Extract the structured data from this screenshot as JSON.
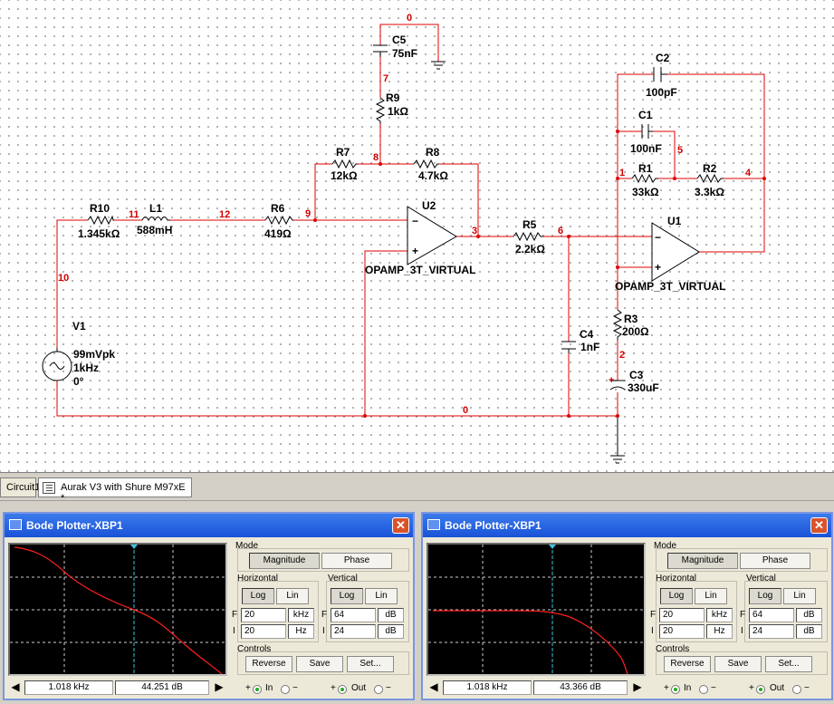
{
  "schematic": {
    "components": {
      "r10": {
        "name": "R10",
        "value": "1.345kΩ"
      },
      "l1": {
        "name": "L1",
        "value": "588mH"
      },
      "r6": {
        "name": "R6",
        "value": "419Ω"
      },
      "r7": {
        "name": "R7",
        "value": "12kΩ"
      },
      "r8": {
        "name": "R8",
        "value": "4.7kΩ"
      },
      "r9": {
        "name": "R9",
        "value": "1kΩ"
      },
      "c5": {
        "name": "C5",
        "value": "75nF"
      },
      "u2": {
        "name": "U2",
        "model": "OPAMP_3T_VIRTUAL"
      },
      "r5": {
        "name": "R5",
        "value": "2.2kΩ"
      },
      "c4": {
        "name": "C4",
        "value": "1nF"
      },
      "u1": {
        "name": "U1",
        "model": "OPAMP_3T_VIRTUAL"
      },
      "c2": {
        "name": "C2",
        "value": "100pF"
      },
      "c1": {
        "name": "C1",
        "value": "100nF"
      },
      "r1": {
        "name": "R1",
        "value": "33kΩ"
      },
      "r2": {
        "name": "R2",
        "value": "3.3kΩ"
      },
      "r3": {
        "name": "R3",
        "value": "200Ω"
      },
      "c3": {
        "name": "C3",
        "value": "330uF"
      },
      "v1": {
        "name": "V1",
        "amplitude": "99mVpk",
        "frequency": "1kHz",
        "phase": "0°"
      }
    },
    "nodes": {
      "n0a": "0",
      "n0b": "0",
      "n1": "1",
      "n2": "2",
      "n3": "3",
      "n4": "4",
      "n5": "5",
      "n6": "6",
      "n7": "7",
      "n8": "8",
      "n9": "9",
      "n10": "10",
      "n11": "11",
      "n12": "12"
    },
    "symbols": {
      "plus_c3": "+",
      "plus_u2": "+",
      "minus_u2": "−",
      "plus_u1": "+",
      "minus_u1": "−"
    }
  },
  "tabs": [
    {
      "label": "Circuit1"
    },
    {
      "label": "Aurak V3 with Shure M97xE *"
    }
  ],
  "bode_left": {
    "title": "Bode Plotter-XBP1",
    "mode": {
      "label": "Mode",
      "magnitude": "Magnitude",
      "phase": "Phase",
      "selected": "Magnitude"
    },
    "horizontal": {
      "label": "Horizontal",
      "log": "Log",
      "lin": "Lin",
      "F_label": "F",
      "F_value": "20",
      "F_unit": "kHz",
      "I_label": "I",
      "I_value": "20",
      "I_unit": "Hz"
    },
    "vertical": {
      "label": "Vertical",
      "log": "Log",
      "lin": "Lin",
      "F_label": "F",
      "F_value": "64",
      "F_unit": "dB",
      "I_label": "I",
      "I_value": "24",
      "I_unit": "dB"
    },
    "controls": {
      "label": "Controls",
      "reverse": "Reverse",
      "save": "Save",
      "set": "Set..."
    },
    "readout": {
      "frequency": "1.018 kHz",
      "gain": "44.251 dB",
      "left_arrow": "◀",
      "right_arrow": "▶"
    },
    "terminals": {
      "in": "In",
      "out": "Out",
      "plus": "+",
      "minus": "−"
    }
  },
  "bode_right": {
    "title": "Bode Plotter-XBP1",
    "mode": {
      "label": "Mode",
      "magnitude": "Magnitude",
      "phase": "Phase",
      "selected": "Magnitude"
    },
    "horizontal": {
      "label": "Horizontal",
      "log": "Log",
      "lin": "Lin",
      "F_label": "F",
      "F_value": "20",
      "F_unit": "kHz",
      "I_label": "I",
      "I_value": "20",
      "I_unit": "Hz"
    },
    "vertical": {
      "label": "Vertical",
      "log": "Log",
      "lin": "Lin",
      "F_label": "F",
      "F_value": "64",
      "F_unit": "dB",
      "I_label": "I",
      "I_value": "24",
      "I_unit": "dB"
    },
    "controls": {
      "label": "Controls",
      "reverse": "Reverse",
      "save": "Save",
      "set": "Set..."
    },
    "readout": {
      "frequency": "1.018 kHz",
      "gain": "43.366 dB",
      "left_arrow": "◀",
      "right_arrow": "▶"
    },
    "terminals": {
      "in": "In",
      "out": "Out",
      "plus": "+",
      "minus": "−"
    }
  },
  "colors": {
    "wire": "#e00000",
    "trace": "#ff2020",
    "cursor": "#40c0e0",
    "titlebar": "#2a62e0"
  }
}
